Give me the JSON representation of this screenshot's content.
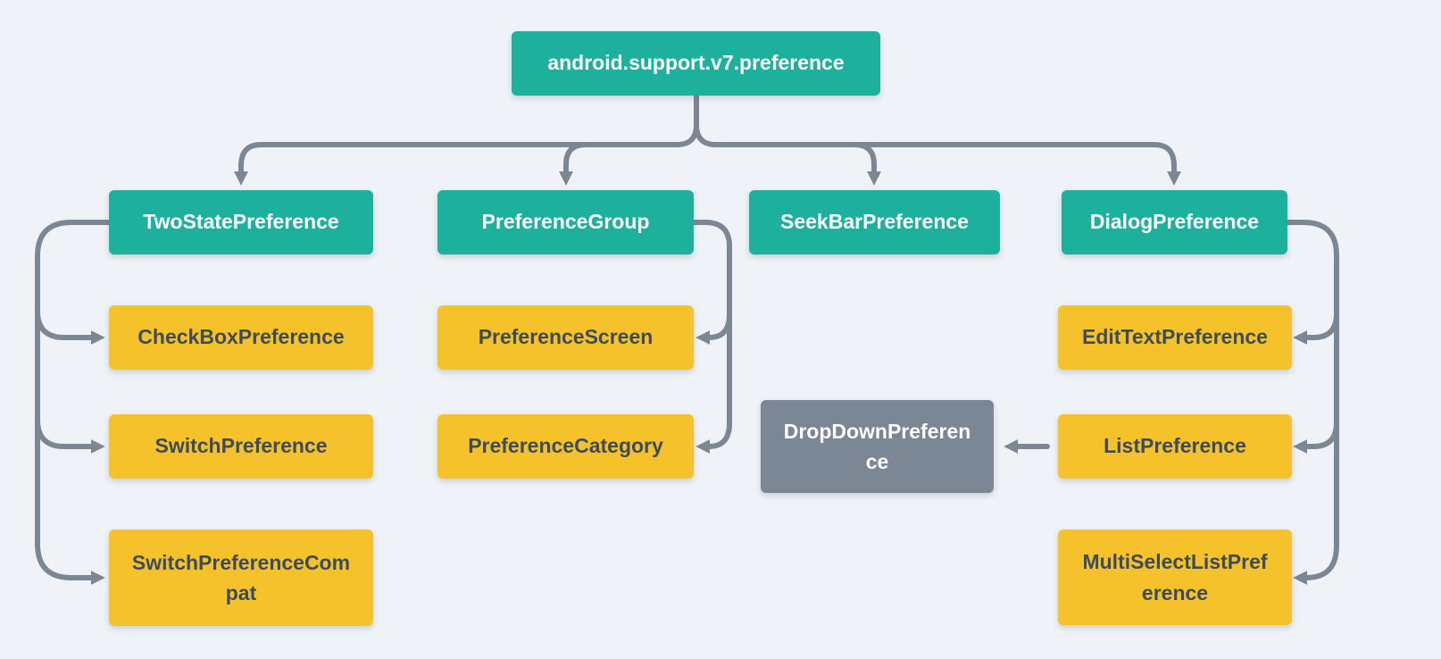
{
  "diagram": {
    "nodes": {
      "root": "android.support.v7.preference",
      "two_state": "TwoStatePreference",
      "preference_group": "PreferenceGroup",
      "seekbar": "SeekBarPreference",
      "dialog": "DialogPreference",
      "checkbox": "CheckBoxPreference",
      "preference_screen": "PreferenceScreen",
      "edit_text": "EditTextPreference",
      "switch": "SwitchPreference",
      "preference_category": "PreferenceCategory",
      "dropdown": "DropDownPreference",
      "list": "ListPreference",
      "switch_compat": "SwitchPreferenceCompat",
      "multi_select": "MultiSelectListPreference"
    },
    "edges": [
      {
        "from": "root",
        "to": "two_state"
      },
      {
        "from": "root",
        "to": "preference_group"
      },
      {
        "from": "root",
        "to": "seekbar"
      },
      {
        "from": "root",
        "to": "dialog"
      },
      {
        "from": "two_state",
        "to": "checkbox"
      },
      {
        "from": "two_state",
        "to": "switch"
      },
      {
        "from": "two_state",
        "to": "switch_compat"
      },
      {
        "from": "preference_group",
        "to": "preference_screen"
      },
      {
        "from": "preference_group",
        "to": "preference_category"
      },
      {
        "from": "dialog",
        "to": "edit_text"
      },
      {
        "from": "dialog",
        "to": "list"
      },
      {
        "from": "dialog",
        "to": "multi_select"
      },
      {
        "from": "list",
        "to": "dropdown"
      }
    ],
    "colors": {
      "background": "#EFF3F7",
      "teal_node": "#1DB09C",
      "yellow_node": "#F5C22B",
      "gray_node": "#7B8794",
      "connector": "#7B8794",
      "dark_text": "#3E4C59",
      "light_text": "#FFFFFF"
    }
  }
}
